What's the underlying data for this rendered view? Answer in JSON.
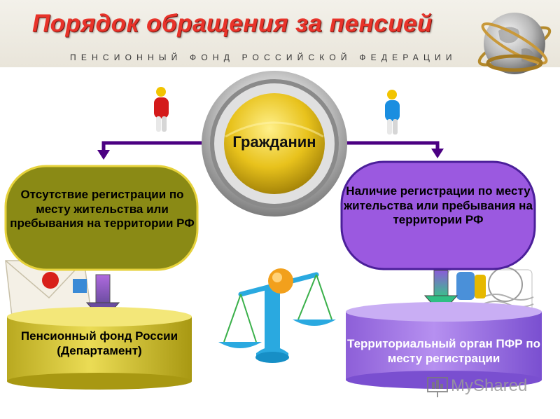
{
  "title": "Порядок обращения за пенсией",
  "subtitle": "ПЕНСИОННЫЙ ФОНД РОССИЙСКОЙ ФЕДЕРАЦИИ",
  "center": {
    "label": "Гражданин"
  },
  "left_box": {
    "text": "Отсутствие регистрации по месту жительства или пребывания на территории РФ"
  },
  "right_box": {
    "text": "Наличие регистрации по месту жительства или пребывания на территории РФ"
  },
  "left_target": {
    "text": "Пенсионный фонд России (Департамент)"
  },
  "right_target": {
    "text": "Территориальный орган ПФР по месту регистрации"
  },
  "watermark": "MyShared",
  "colors": {
    "title": "#e8332a",
    "left_box_fill": "#8a8a15",
    "right_box_fill": "#9b59e0",
    "box_border": "#e6d23c",
    "connector": "#4b0082",
    "left_cylinder": "#d9c93a",
    "right_cylinder": "#a57ee8",
    "center_gold": "#e8c21c"
  },
  "icons": [
    "person-red-icon",
    "person-blue-icon",
    "globe-icon",
    "scales-icon",
    "envelope-icon",
    "mail-post-stamp-icon",
    "presentation-icon"
  ]
}
